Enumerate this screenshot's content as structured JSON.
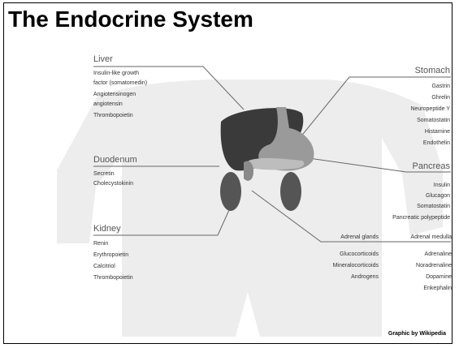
{
  "title": "The Endocrine System",
  "credit": "Graphic by Wikipedia",
  "organs": {
    "liver": {
      "name": "Liver",
      "hormones": [
        "Insulin-like growth",
        "factor (somatomedin)",
        "Angiotensinogen",
        "angiotensin",
        "Thrombopoietin"
      ]
    },
    "duodenum": {
      "name": "Duodenum",
      "hormones": [
        "Secretin",
        "Cholecystokinin"
      ]
    },
    "kidney": {
      "name": "Kidney",
      "hormones": [
        "Renin",
        "Erythropoietin",
        "Calcitriol",
        "Thrombopoietin"
      ]
    },
    "stomach": {
      "name": "Stomach",
      "hormones": [
        "Gastrin",
        "Ghrelin",
        "Neuropeptide Y",
        "Somatostatin",
        "Histamine",
        "Endothelin"
      ]
    },
    "pancreas": {
      "name": "Pancreas",
      "hormones": [
        "Insulin",
        "Glucagon",
        "Somatostatin",
        "Pancreatic polypeptide"
      ]
    },
    "adrenal_glands": {
      "name": "Adrenal glands",
      "hormones": [
        "Glucocorticoids",
        "Mineralocorticoids",
        "Androgens"
      ]
    },
    "adrenal_medulla": {
      "name": "Adrenal medulla",
      "hormones": [
        "Adrenaline",
        "Noradrenaline",
        "Dopamine",
        "Enkephalin"
      ]
    }
  },
  "colors": {
    "body": "#ededed",
    "liver": "#3a3a3a",
    "stomach": "#9a9a9a",
    "kidney": "#555555",
    "line": "#666666"
  }
}
